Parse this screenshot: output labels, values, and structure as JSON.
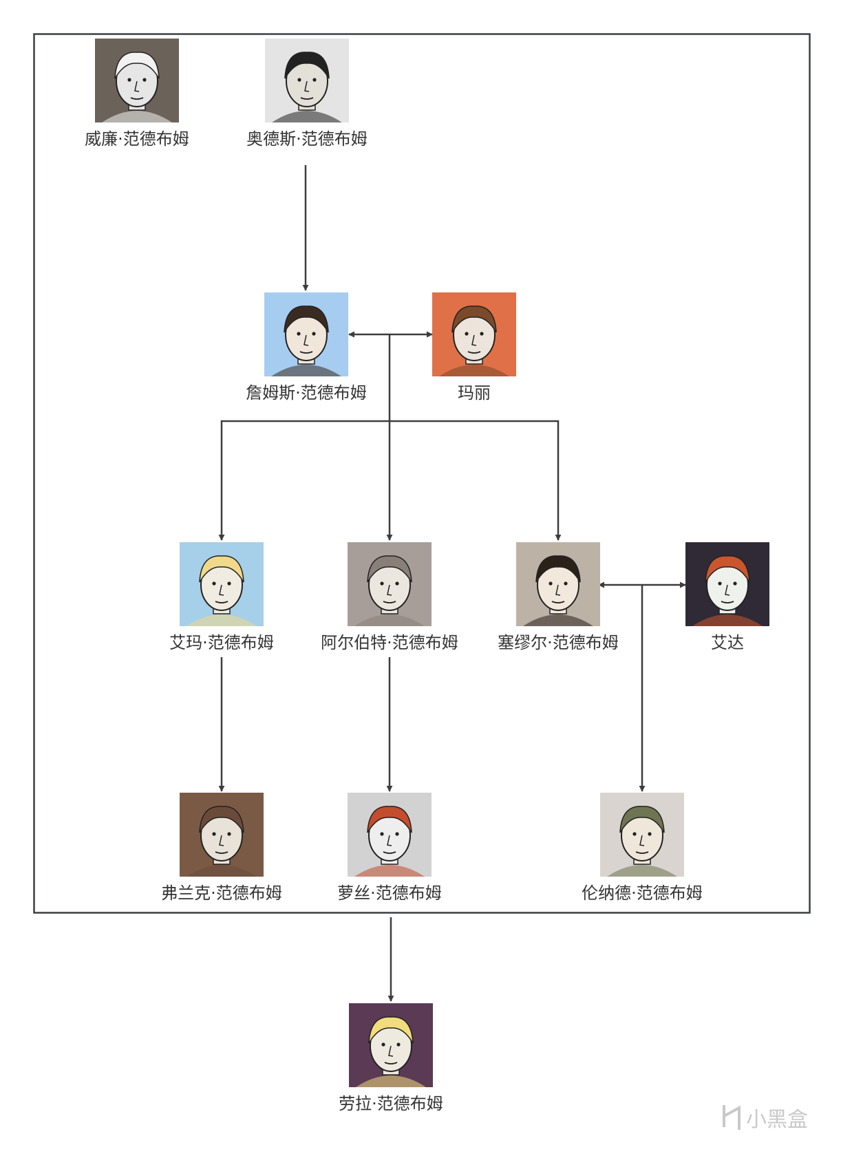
{
  "people": {
    "william": {
      "name": "威廉·范德布姆",
      "portrait": "old-man-white-beard-portrait",
      "colors": {
        "bg": "#6b6259",
        "skin": "#e6e6e6",
        "hair": "#f2f2f2"
      }
    },
    "aldous": {
      "name": "奥德斯·范德布姆",
      "portrait": "old-man-top-hat-portrait",
      "colors": {
        "bg": "#e4e4e4",
        "skin": "#e3e0d8",
        "hair": "#222222"
      }
    },
    "james": {
      "name": "詹姆斯·范德布姆",
      "portrait": "man-dark-hair-portrait",
      "colors": {
        "bg": "#a6cdf0",
        "skin": "#f0e7da",
        "hair": "#3a2b22"
      }
    },
    "mary": {
      "name": "玛丽",
      "portrait": "woman-white-hat-portrait",
      "colors": {
        "bg": "#e07047",
        "skin": "#ede5db",
        "hair": "#7a4a2a"
      }
    },
    "emma": {
      "name": "艾玛·范德布姆",
      "portrait": "woman-blonde-hair-portrait",
      "colors": {
        "bg": "#a6cfe9",
        "skin": "#f1ece2",
        "hair": "#f0d98a"
      }
    },
    "albert": {
      "name": "阿尔伯特·范德布姆",
      "portrait": "man-grey-hair-portrait",
      "colors": {
        "bg": "#a79e9a",
        "skin": "#ece7de",
        "hair": "#8a7f78"
      }
    },
    "samuel": {
      "name": "塞缪尔·范德布姆",
      "portrait": "man-with-pipe-portrait",
      "colors": {
        "bg": "#bdb2a6",
        "skin": "#f2e9dc",
        "hair": "#2c211a"
      }
    },
    "ida": {
      "name": "艾达",
      "portrait": "woman-red-hair-portrait",
      "colors": {
        "bg": "#2f2a35",
        "skin": "#eef1ec",
        "hair": "#c9562e"
      }
    },
    "frank": {
      "name": "弗兰克·范德布姆",
      "portrait": "man-long-hair-beard-portrait",
      "colors": {
        "bg": "#7b5a45",
        "skin": "#e9e2d8",
        "hair": "#6a4b3a"
      }
    },
    "rose": {
      "name": "萝丝·范德布姆",
      "portrait": "girl-red-hair-portrait",
      "colors": {
        "bg": "#d2d2d2",
        "skin": "#eeeeee",
        "hair": "#c34d2c"
      }
    },
    "leonard": {
      "name": "伦纳德·范德布姆",
      "portrait": "soldier-helmet-portrait",
      "colors": {
        "bg": "#d9d4cf",
        "skin": "#efe7d9",
        "hair": "#6f7452"
      }
    },
    "laura": {
      "name": "劳拉·范德布姆",
      "portrait": "woman-blonde-bob-portrait",
      "colors": {
        "bg": "#5b3a55",
        "skin": "#efeadf",
        "hair": "#f1dd7c"
      }
    }
  },
  "style": {
    "line": "#3d3d3d",
    "frame": "#3b3f44"
  },
  "watermark": {
    "text": "小黑盒",
    "icon": "heybox-logo-icon"
  }
}
